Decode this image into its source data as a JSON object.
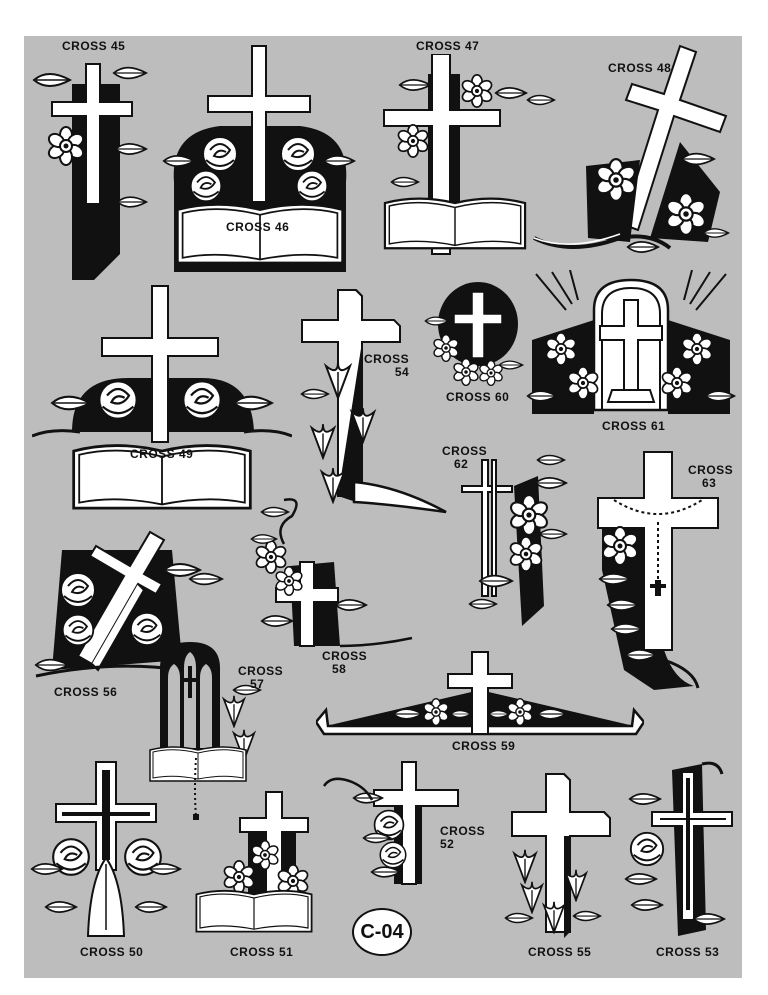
{
  "sheet": {
    "page_code": "C-04",
    "colors": {
      "background": "#bdbdbd",
      "ink": "#111111",
      "paper": "#ffffff"
    }
  },
  "designs": {
    "d45": {
      "label": "CROSS 45"
    },
    "d46": {
      "label": "CROSS 46"
    },
    "d47": {
      "label": "CROSS 47"
    },
    "d48": {
      "label": "CROSS 48"
    },
    "d49": {
      "label": "CROSS 49"
    },
    "d50": {
      "label": "CROSS 50"
    },
    "d51": {
      "label": "CROSS 51"
    },
    "d52": {
      "word": "CROSS",
      "num": "52"
    },
    "d53": {
      "label": "CROSS 53"
    },
    "d54": {
      "word": "CROSS",
      "num": "54"
    },
    "d55": {
      "label": "CROSS 55"
    },
    "d56": {
      "label": "CROSS 56"
    },
    "d57": {
      "word": "CROSS",
      "num": "57"
    },
    "d58": {
      "word": "CROSS",
      "num": "58"
    },
    "d59": {
      "label": "CROSS 59"
    },
    "d60": {
      "label": "CROSS 60"
    },
    "d61": {
      "label": "CROSS 61"
    },
    "d62": {
      "word": "CROSS",
      "num": "62"
    },
    "d63": {
      "word": "CROSS",
      "num": "63"
    }
  }
}
